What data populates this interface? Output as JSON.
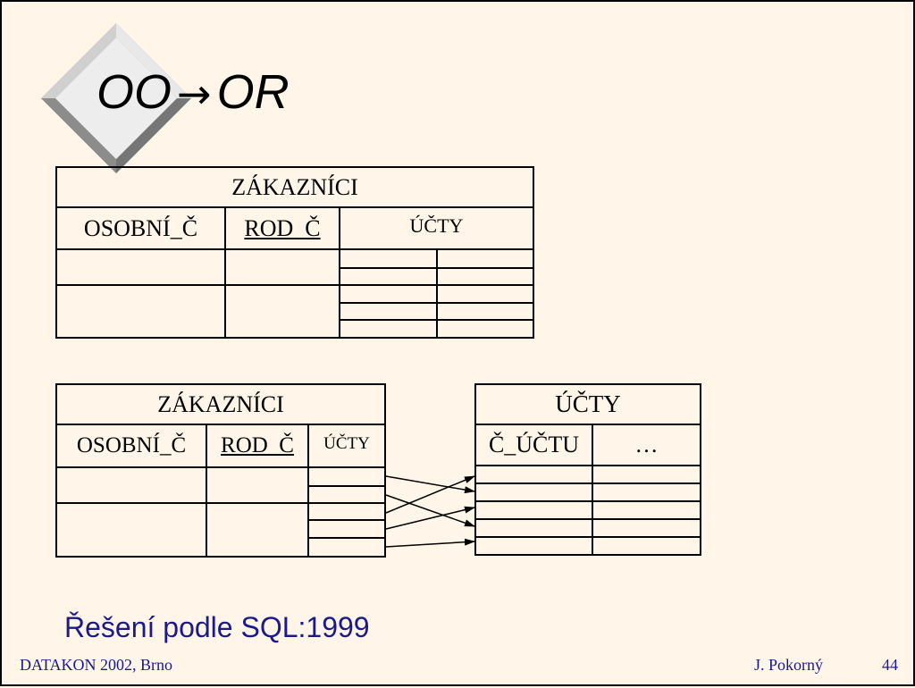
{
  "title": {
    "left": "OO",
    "arrow": "→",
    "right": "OR"
  },
  "top_table": {
    "header": "ZÁKAZNÍCI",
    "columns": [
      "OSOBNÍ_Č",
      "ROD_Č",
      "ÚČTY"
    ]
  },
  "bottom_left_table": {
    "header": "ZÁKAZNÍCI",
    "columns": [
      "OSOBNÍ_Č",
      "ROD_Č",
      "ÚČTY"
    ]
  },
  "bottom_right_table": {
    "header": "ÚČTY",
    "columns": [
      "Č_ÚČTU",
      "…"
    ]
  },
  "subtitle": "Řešení podle SQL:1999",
  "footer": {
    "event": "DATAKON 2002, Brno",
    "author": "J. Pokorný",
    "page": "44"
  },
  "colors": {
    "background": "#fff5e8",
    "subtitle": "#1a1a8c",
    "footer": "#1a1a8c",
    "lines": "#000000"
  }
}
